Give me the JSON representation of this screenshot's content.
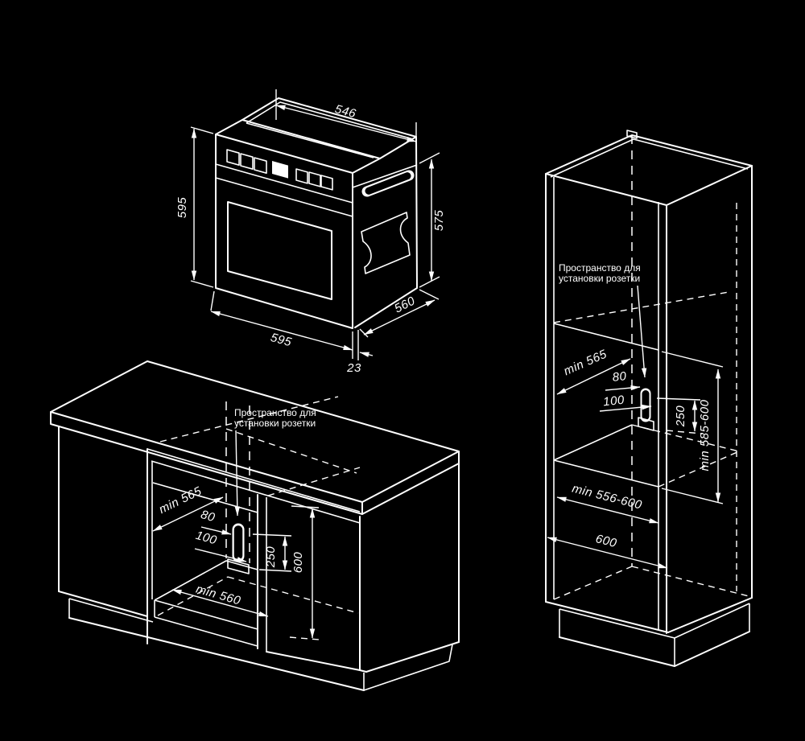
{
  "page": {
    "background": "#000000",
    "line_color": "#ffffff",
    "description_domain": "built-in oven installation dimensions diagram"
  },
  "oven": {
    "dims": {
      "top_width": "546",
      "front_height": "595",
      "side_height": "575",
      "front_width": "595",
      "depth": "560",
      "protrusion": "23"
    }
  },
  "base_cabinet": {
    "socket_label": {
      "line1": "Пространство для",
      "line2": "установки розетки"
    },
    "dims": {
      "depth": "min 565",
      "socket_width": "80",
      "socket_clearance": "100",
      "socket_height": "250",
      "opening_height": "600",
      "opening_width": "min 560"
    }
  },
  "tall_cabinet": {
    "socket_label": {
      "line1": "Пространство для",
      "line2": "установки розетки"
    },
    "dims": {
      "depth": "min 565",
      "socket_width": "80",
      "socket_clearance": "100",
      "socket_height": "250",
      "niche_height": "min 585-600",
      "niche_width": "min 556-600",
      "cabinet_width": "600"
    }
  }
}
